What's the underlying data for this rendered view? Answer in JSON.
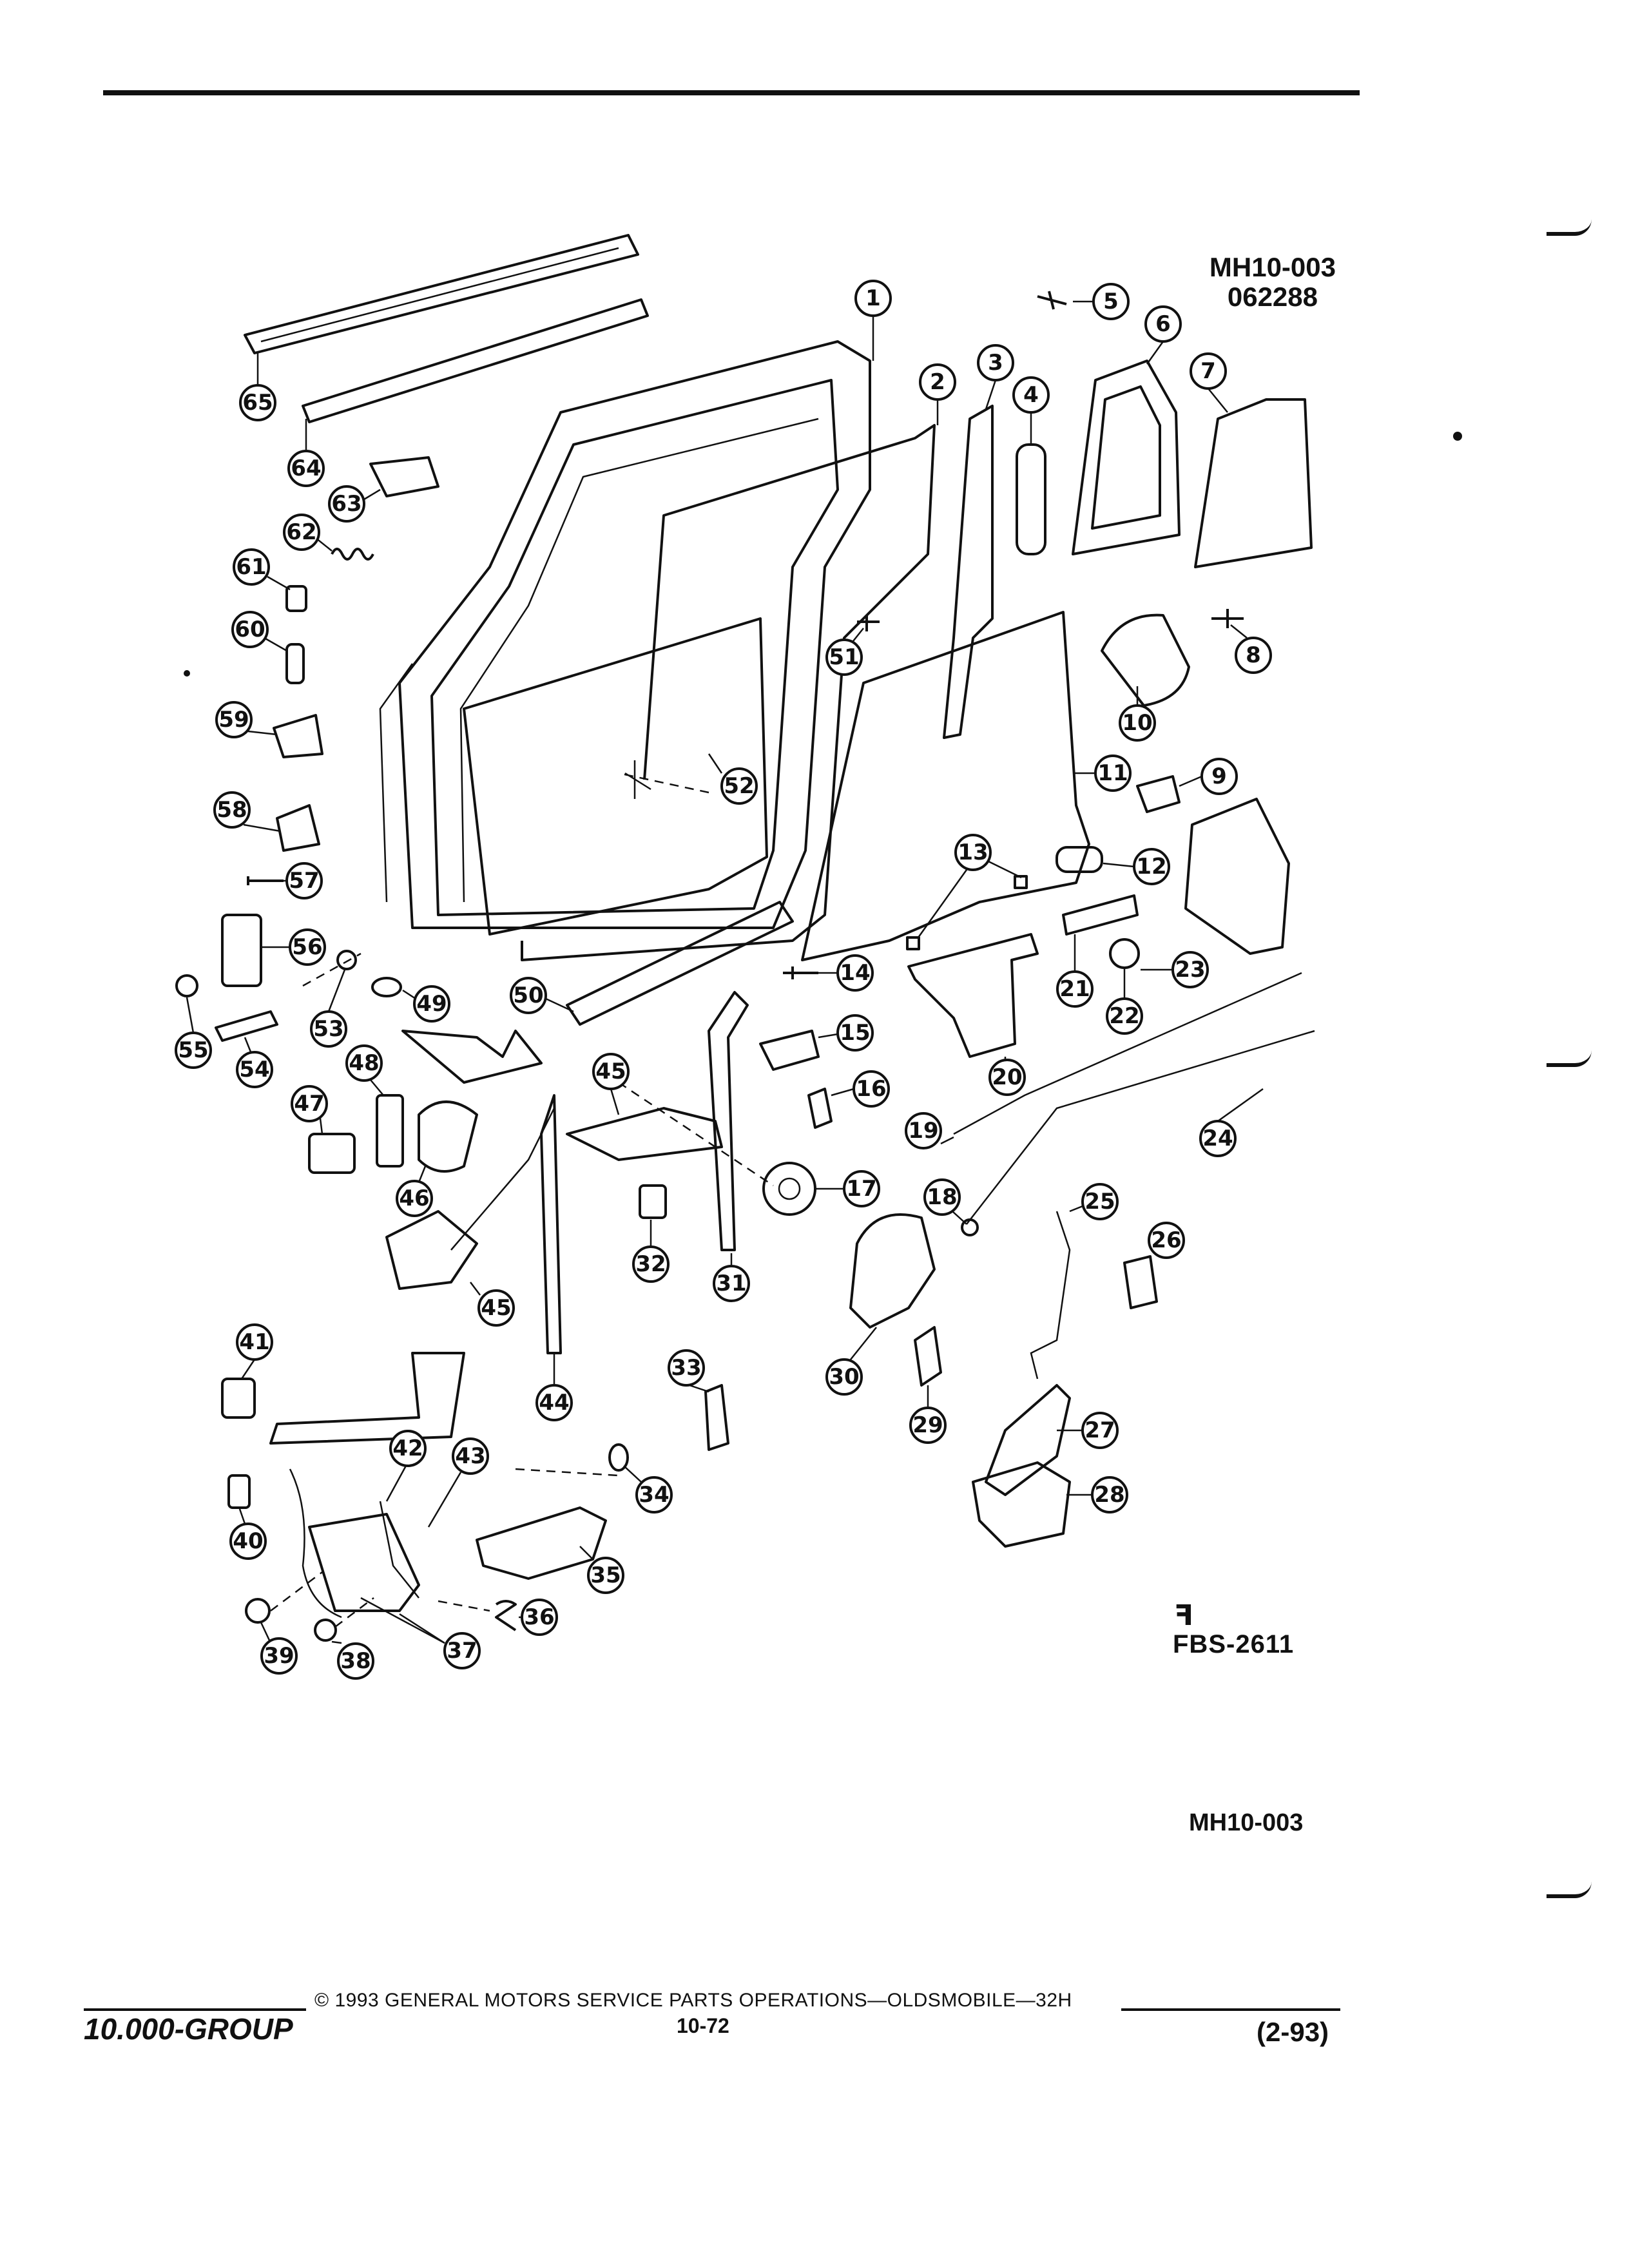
{
  "header": {
    "figure_id": "MH10-003",
    "figure_code": "062288"
  },
  "diagram": {
    "callouts": [
      "1",
      "2",
      "3",
      "4",
      "5",
      "6",
      "7",
      "8",
      "9",
      "10",
      "11",
      "12",
      "13",
      "14",
      "15",
      "16",
      "17",
      "18",
      "19",
      "20",
      "21",
      "22",
      "23",
      "24",
      "25",
      "26",
      "27",
      "28",
      "29",
      "30",
      "31",
      "32",
      "33",
      "34",
      "35",
      "36",
      "37",
      "38",
      "39",
      "40",
      "41",
      "42",
      "43",
      "44",
      "45",
      "46",
      "47",
      "48",
      "49",
      "50",
      "51",
      "52",
      "53",
      "54",
      "55",
      "56",
      "57",
      "58",
      "59",
      "60",
      "61",
      "62",
      "63",
      "64",
      "65"
    ],
    "gm_mark": "ꟻ",
    "source_code": "FBS-2611",
    "figure_ref": "MH10-003"
  },
  "footer": {
    "copyright": "© 1993 GENERAL MOTORS SERVICE PARTS OPERATIONS—OLDSMOBILE—32H",
    "group": "10.000-GROUP",
    "page": "10-72",
    "date": "(2-93)"
  }
}
